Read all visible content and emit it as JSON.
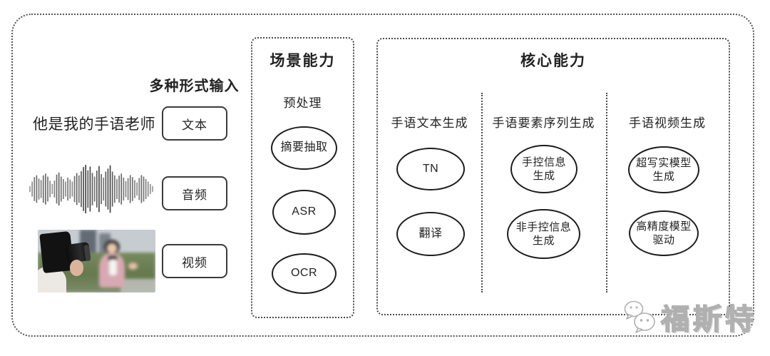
{
  "colors": {
    "stroke": "#1d1d1d",
    "panel_border": "#4a4a4a",
    "watermark": "#b0b0b0",
    "background": "#ffffff"
  },
  "input_section": {
    "heading": "多种形式输入",
    "sentence": "他是我的手语老师",
    "items": [
      {
        "label": "文本"
      },
      {
        "label": "音频"
      },
      {
        "label": "视频"
      }
    ],
    "icons": {
      "audio": "audio-waveform",
      "video": "reporter-camera-photo"
    }
  },
  "scene_section": {
    "title": "场景能力",
    "subtitle": "预处理",
    "nodes": [
      "摘要抽取",
      "ASR",
      "OCR"
    ]
  },
  "core_section": {
    "title": "核心能力",
    "columns": [
      {
        "header": "手语文本生成",
        "nodes": [
          "TN",
          "翻译"
        ]
      },
      {
        "header": "手语要素序列生成",
        "nodes": [
          "手控信息\n生成",
          "非手控信息\n生成"
        ]
      },
      {
        "header": "手语视频生成",
        "nodes": [
          "超写实模型\n生成",
          "高精度模型\n驱动"
        ]
      }
    ]
  },
  "watermark": {
    "text": "福斯特",
    "icon": "wechat-chat-bubbles"
  }
}
